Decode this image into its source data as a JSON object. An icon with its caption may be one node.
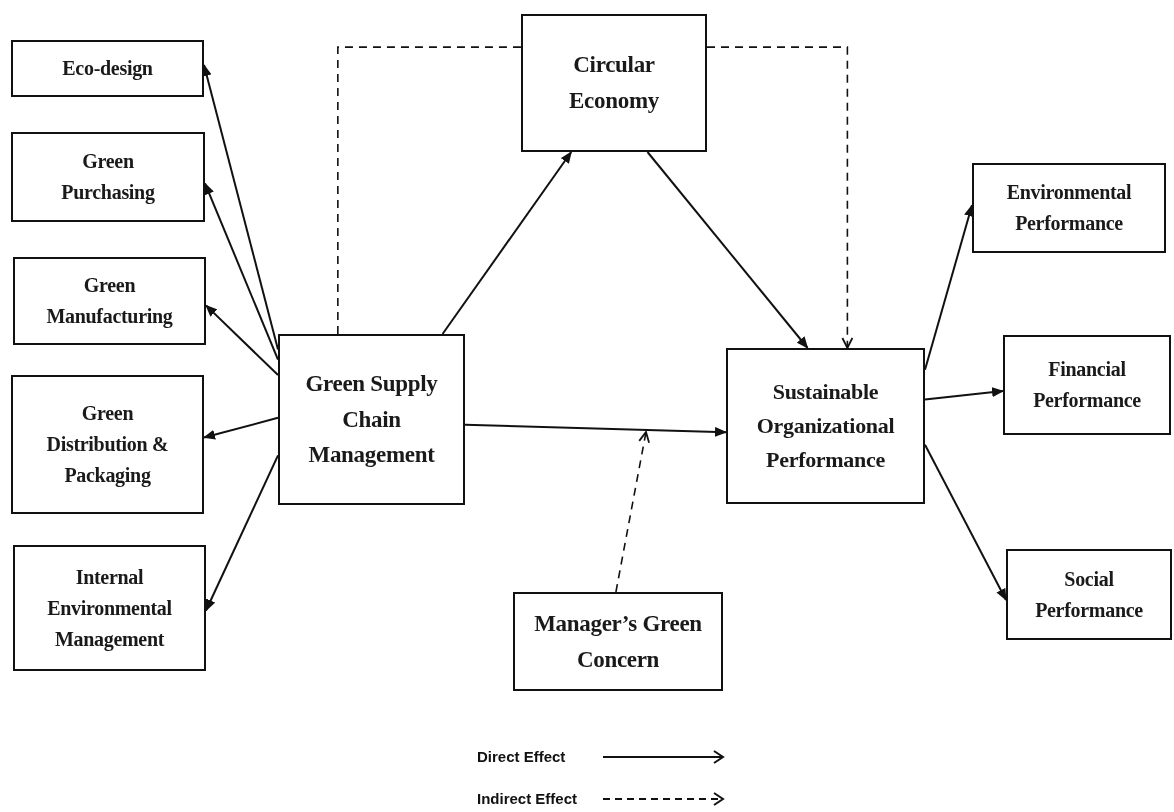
{
  "diagram": {
    "nodes": [
      {
        "text": [
          "Eco-design"
        ]
      },
      {
        "text": [
          "Green Purchasing"
        ]
      },
      {
        "text": [
          "Green Manufacturing"
        ]
      },
      {
        "text": [
          "Green Distribution & Packaging"
        ]
      },
      {
        "text": [
          "Internal Environmental Management"
        ]
      },
      {
        "text": [
          "Green Supply Chain Management"
        ]
      },
      {
        "text": [
          "Circular Economy"
        ]
      },
      {
        "text": [
          "Sustainable Organizational Performance"
        ]
      },
      {
        "text": [
          "Environmental Performance"
        ]
      },
      {
        "text": [
          "Financial Performance"
        ]
      },
      {
        "text": [
          "Social Performance"
        ]
      },
      {
        "text": [
          "Manager’s Green Concern"
        ]
      }
    ],
    "edges": [
      {
        "from": 5,
        "to": 0,
        "arrow": "to"
      },
      {
        "from": 5,
        "to": 1,
        "arrow": "to"
      },
      {
        "from": 5,
        "to": 2,
        "arrow": "to"
      },
      {
        "from": 5,
        "to": 3,
        "arrow": "to"
      },
      {
        "from": 5,
        "to": 4,
        "arrow": "to"
      },
      {
        "from": 5,
        "to": 6,
        "arrow": "to"
      },
      {
        "from": 6,
        "to": 7,
        "arrow": "to"
      },
      {
        "from": 5,
        "to": 7,
        "arrow": "to"
      },
      {
        "from": 5,
        "to": 6,
        "arrow": "none",
        "style": "dashed"
      },
      {
        "from": 6,
        "to": 7,
        "arrow": "to",
        "style": "dashed"
      },
      {
        "from": 11,
        "to": null,
        "arrow": "to",
        "style": "dashed"
      },
      {
        "from": 7,
        "to": 8,
        "arrow": "to"
      },
      {
        "from": 7,
        "to": 9,
        "arrow": "to"
      },
      {
        "from": 7,
        "to": 10,
        "arrow": "to"
      }
    ],
    "legend": [
      {
        "text": "Direct Effect"
      },
      {
        "text": "Indirect Effect"
      }
    ]
  }
}
